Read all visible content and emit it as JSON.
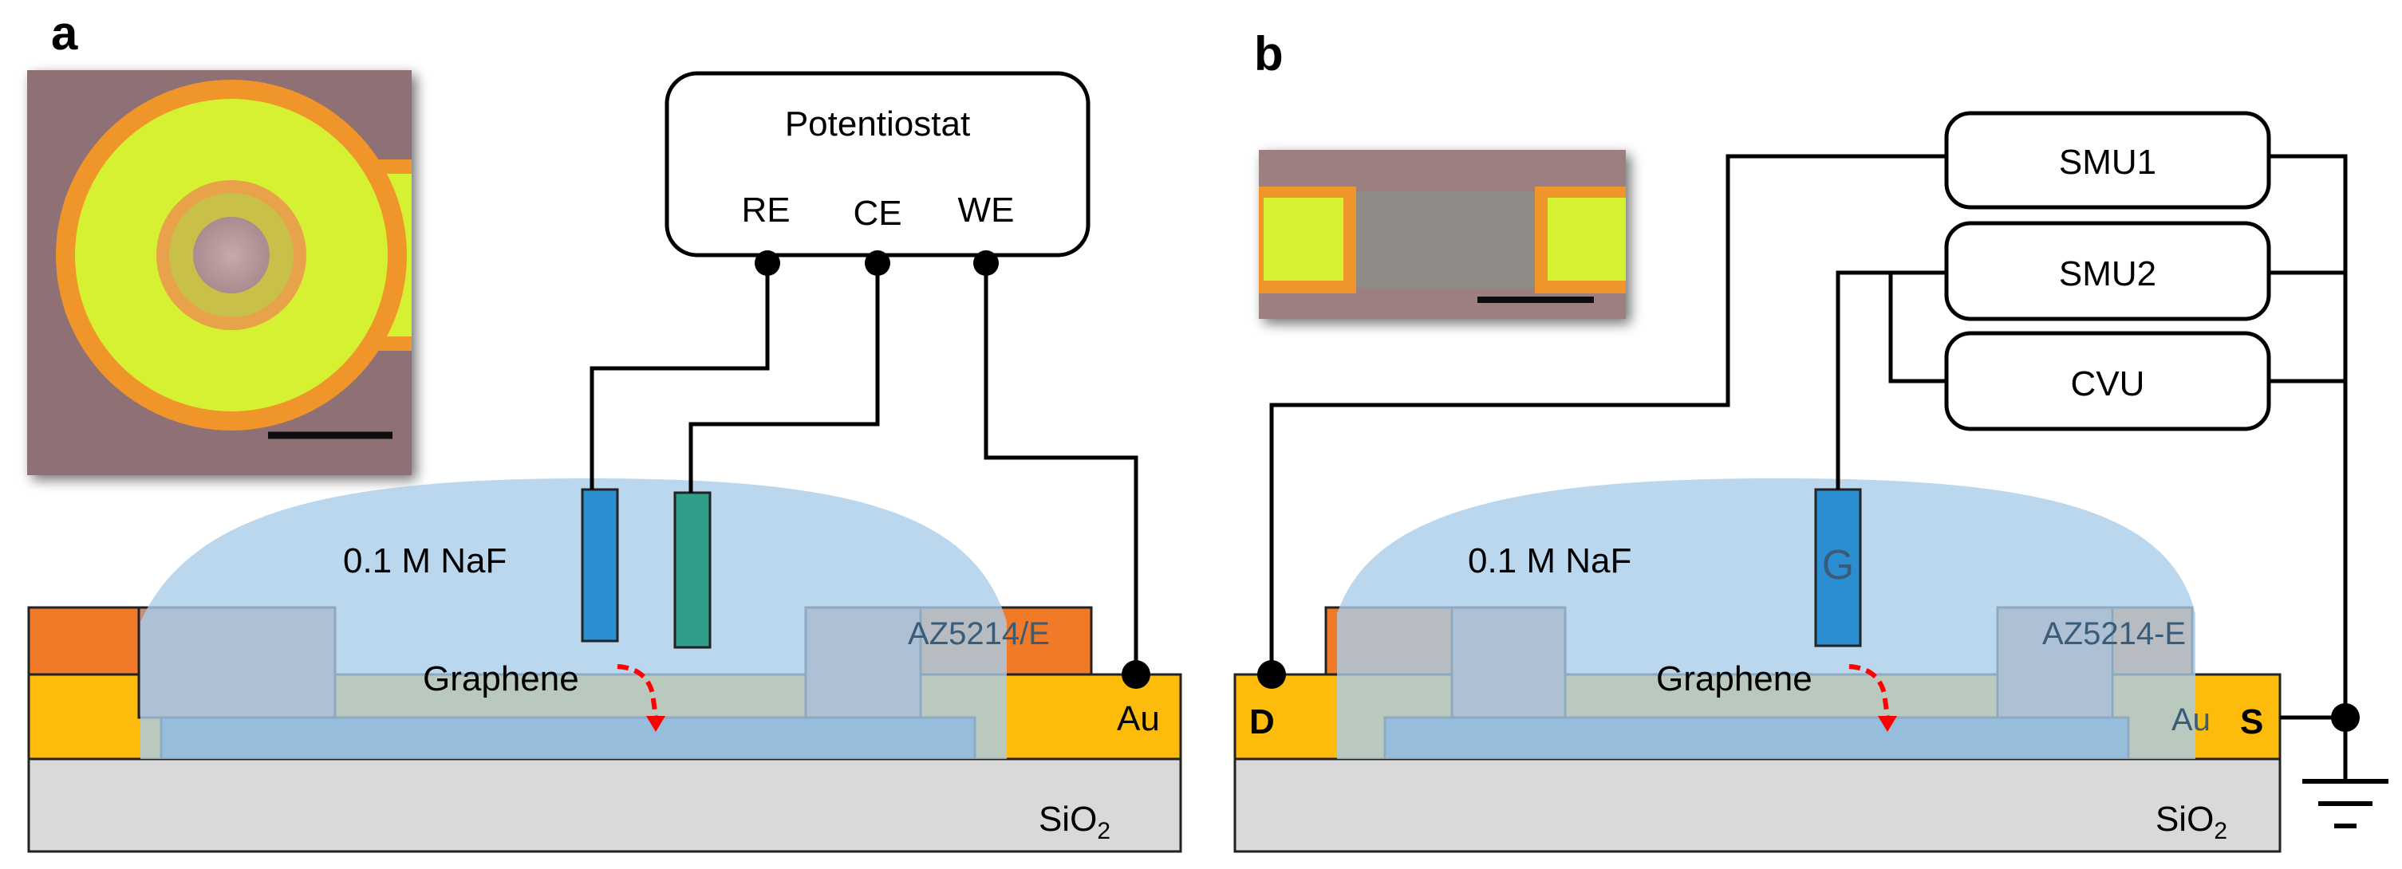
{
  "panel_a": {
    "letter": "a",
    "instrument": {
      "name": "Potentiostat",
      "terminals": [
        "RE",
        "CE",
        "WE"
      ]
    },
    "electrolyte": "0.1 M NaF",
    "resist_label": "AZ5214/E",
    "contact_label": "Au",
    "channel_label": "Graphene",
    "substrate_label": "SiO",
    "substrate_subscript": "2"
  },
  "panel_b": {
    "letter": "b",
    "instruments": [
      "SMU1",
      "SMU2",
      "CVU"
    ],
    "electrolyte": "0.1 M NaF",
    "gate_label": "G",
    "resist_label": "AZ5214-E",
    "contact_label": "Au",
    "drain_label": "D",
    "source_label": "S",
    "channel_label": "Graphene",
    "substrate_label": "SiO",
    "substrate_subscript": "2"
  },
  "colors": {
    "electrolyte": "#a9cdea",
    "resist": "#c48f7c",
    "resist_bright": "#f07a28",
    "gold": "#fdbb0c",
    "graphene": "#4a7fa4",
    "substrate": "#d9d9d9",
    "re_electrode": "#2b8ed1",
    "ce_electrode": "#2f9e8a",
    "current_arrow": "#ff0000"
  }
}
